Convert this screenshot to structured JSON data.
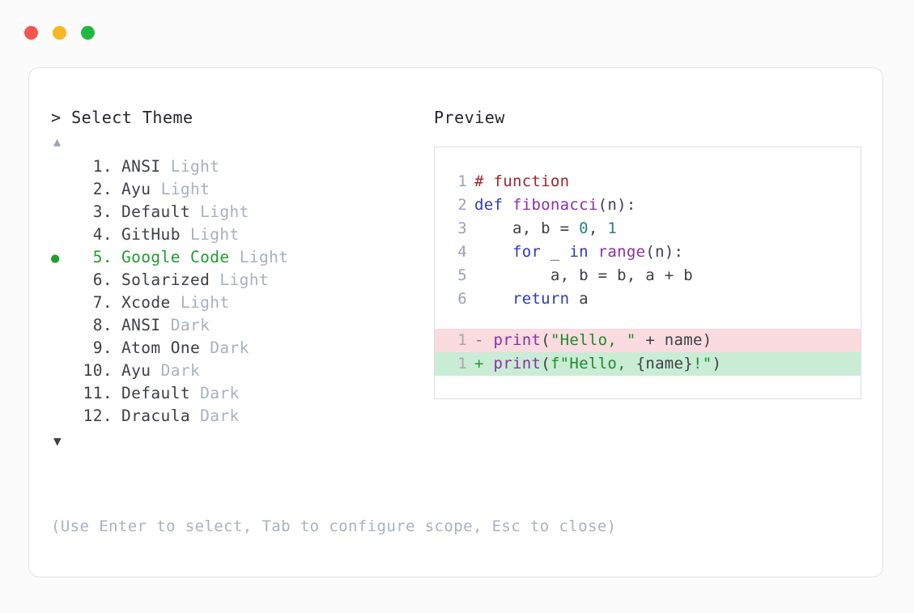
{
  "window": {
    "traffic_lights": [
      {
        "name": "close",
        "color": "#f4564e"
      },
      {
        "name": "minimize",
        "color": "#f5b722"
      },
      {
        "name": "maximize",
        "color": "#22b83f"
      }
    ]
  },
  "prompt": {
    "text": "> Select Theme",
    "scroll_up_glyph": "▲",
    "scroll_down_glyph": "▼",
    "selected_bullet": "●"
  },
  "themes": {
    "selected_index": 5,
    "items": [
      {
        "number": "1.",
        "name": "ANSI",
        "variant": "Light",
        "selected": false
      },
      {
        "number": "2.",
        "name": "Ayu",
        "variant": "Light",
        "selected": false
      },
      {
        "number": "3.",
        "name": "Default",
        "variant": "Light",
        "selected": false
      },
      {
        "number": "4.",
        "name": "GitHub",
        "variant": "Light",
        "selected": false
      },
      {
        "number": "5.",
        "name": "Google Code",
        "variant": "Light",
        "selected": true
      },
      {
        "number": "6.",
        "name": "Solarized",
        "variant": "Light",
        "selected": false
      },
      {
        "number": "7.",
        "name": "Xcode",
        "variant": "Light",
        "selected": false
      },
      {
        "number": "8.",
        "name": "ANSI",
        "variant": "Dark",
        "selected": false
      },
      {
        "number": "9.",
        "name": "Atom One",
        "variant": "Dark",
        "selected": false
      },
      {
        "number": "10.",
        "name": "Ayu",
        "variant": "Dark",
        "selected": false
      },
      {
        "number": "11.",
        "name": "Default",
        "variant": "Dark",
        "selected": false
      },
      {
        "number": "12.",
        "name": "Dracula",
        "variant": "Dark",
        "selected": false
      }
    ]
  },
  "hint": {
    "text": "(Use Enter to select, Tab to configure scope, Esc to close)"
  },
  "preview": {
    "label": "Preview",
    "code_lines": [
      {
        "num": "1",
        "tokens": [
          {
            "t": "# function",
            "c": "comment"
          }
        ]
      },
      {
        "num": "2",
        "tokens": [
          {
            "t": "def ",
            "c": "keyword"
          },
          {
            "t": "fibonacci",
            "c": "func"
          },
          {
            "t": "(n):",
            "c": "plain"
          }
        ]
      },
      {
        "num": "3",
        "tokens": [
          {
            "t": "    a, b = ",
            "c": "plain"
          },
          {
            "t": "0",
            "c": "number"
          },
          {
            "t": ", ",
            "c": "plain"
          },
          {
            "t": "1",
            "c": "number"
          }
        ]
      },
      {
        "num": "4",
        "tokens": [
          {
            "t": "    ",
            "c": "plain"
          },
          {
            "t": "for",
            "c": "keyword"
          },
          {
            "t": " _ ",
            "c": "plain"
          },
          {
            "t": "in",
            "c": "keyword"
          },
          {
            "t": " ",
            "c": "plain"
          },
          {
            "t": "range",
            "c": "builtin"
          },
          {
            "t": "(n):",
            "c": "plain"
          }
        ]
      },
      {
        "num": "5",
        "tokens": [
          {
            "t": "        a, b = b, a + b",
            "c": "plain"
          }
        ]
      },
      {
        "num": "6",
        "tokens": [
          {
            "t": "    ",
            "c": "plain"
          },
          {
            "t": "return",
            "c": "keyword"
          },
          {
            "t": " a",
            "c": "plain"
          }
        ]
      }
    ],
    "diff_lines": [
      {
        "num": "1",
        "kind": "del",
        "marker": "-",
        "tokens": [
          {
            "t": "print",
            "c": "func"
          },
          {
            "t": "(",
            "c": "plain"
          },
          {
            "t": "\"Hello, \"",
            "c": "string"
          },
          {
            "t": " + name)",
            "c": "plain"
          }
        ]
      },
      {
        "num": "1",
        "kind": "add",
        "marker": "+",
        "tokens": [
          {
            "t": "print",
            "c": "func"
          },
          {
            "t": "(",
            "c": "plain"
          },
          {
            "t": "f\"Hello, ",
            "c": "string"
          },
          {
            "t": "{name}",
            "c": "plain"
          },
          {
            "t": "!\"",
            "c": "string"
          },
          {
            "t": ")",
            "c": "plain"
          }
        ]
      }
    ]
  },
  "colors": {
    "page_bg": "#fbfbfc",
    "card_bg": "#ffffff",
    "card_border": "#e3e4ea",
    "panel_border": "#dcdfe8",
    "accent_green": "#1f9d2e",
    "muted": "#a9b0c0",
    "diff_del_bg": "#fadbdf",
    "diff_add_bg": "#c9ecd4"
  }
}
